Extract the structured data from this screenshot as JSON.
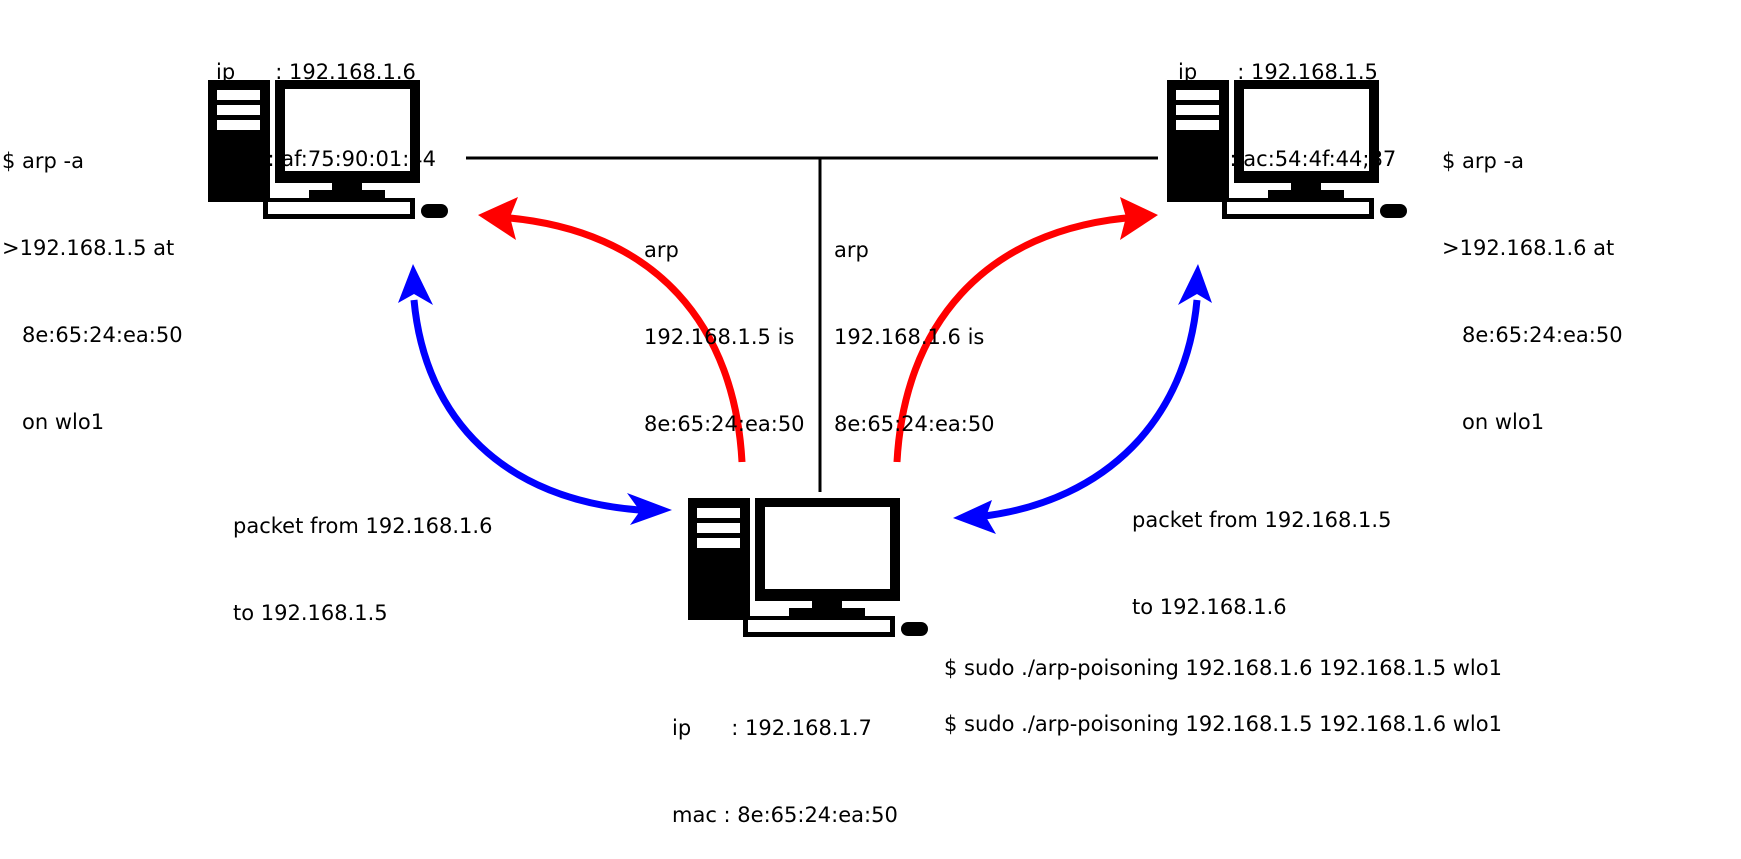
{
  "hosts": {
    "left": {
      "ip_line": "ip      : 192.168.1.6",
      "mac_line": "mac : af:75:90:01:44",
      "arp_output": [
        "$ arp -a",
        ">192.168.1.5 at",
        "   8e:65:24:ea:50",
        "   on wlo1"
      ]
    },
    "right": {
      "ip_line": "ip      : 192.168.1.5",
      "mac_line": "mac : ac:54:4f:44;87",
      "arp_output": [
        "$ arp -a",
        ">192.168.1.6 at",
        "   8e:65:24:ea:50",
        "   on wlo1"
      ]
    },
    "attacker": {
      "ip_line": "ip      : 192.168.1.7",
      "mac_line": "mac : 8e:65:24:ea:50",
      "commands": [
        "$ sudo ./arp-poisoning 192.168.1.6 192.168.1.5 wlo1",
        "$ sudo ./arp-poisoning 192.168.1.5 192.168.1.6 wlo1"
      ]
    }
  },
  "arp_replies": {
    "to_left": [
      "arp",
      "192.168.1.5 is",
      "8e:65:24:ea:50"
    ],
    "to_right": [
      "arp",
      "192.168.1.6 is",
      "8e:65:24:ea:50"
    ]
  },
  "packet_flows": {
    "left": [
      "packet from 192.168.1.6",
      "to 192.168.1.5"
    ],
    "right": [
      "packet from 192.168.1.5",
      "to 192.168.1.6"
    ]
  },
  "colors": {
    "arp_arrow": "#ff0000",
    "packet_arrow": "#0000ff",
    "line": "#000000"
  }
}
